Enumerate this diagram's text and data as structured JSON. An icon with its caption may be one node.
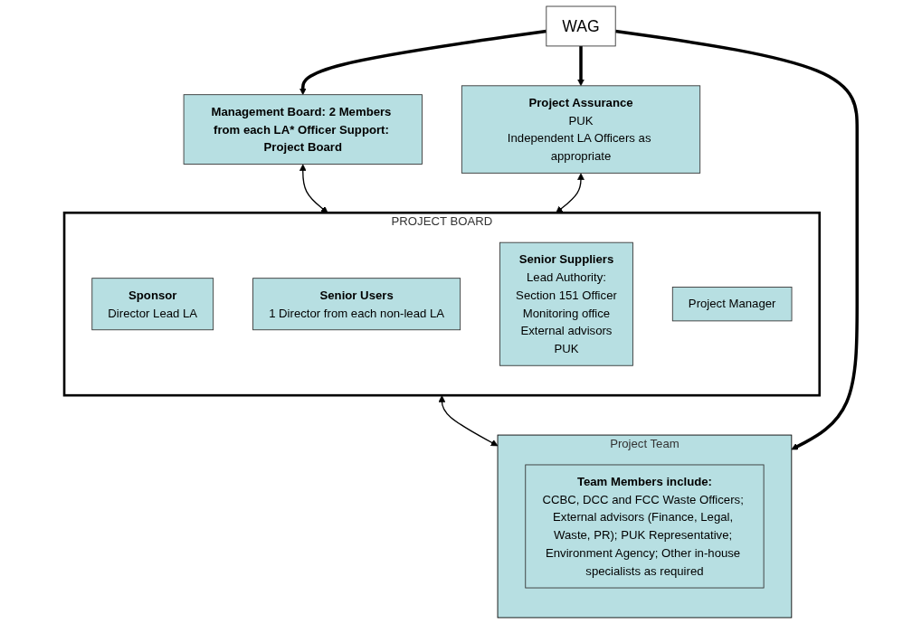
{
  "diagram": {
    "nodes": [
      {
        "text": [
          "WAG"
        ]
      },
      {
        "text": [
          "Management Board: 2 Members from each LA* Officer Support: Project Board"
        ]
      },
      {
        "text": [
          "Project Assurance",
          "PUK",
          "Independent LA Officers as appropriate"
        ]
      },
      {
        "text": [
          "PROJECT BOARD"
        ]
      },
      {
        "text": [
          "Sponsor",
          "Director Lead LA"
        ],
        "in": 3
      },
      {
        "text": [
          "Senior Users",
          "1 Director from each non-lead LA"
        ],
        "in": 3
      },
      {
        "text": [
          "Senior Suppliers",
          "Lead Authority:",
          "Section 151 Officer",
          "Monitoring office",
          "External advisors",
          "PUK"
        ],
        "in": 3
      },
      {
        "text": [
          "Project Manager"
        ],
        "in": 3
      },
      {
        "text": [
          "Project Team"
        ]
      },
      {
        "text": [
          "Team Members include:",
          "CCBC, DCC and FCC Waste Officers; External advisors (Finance, Legal, Waste, PR); PUK Representative; Environment Agency; Other in-house specialists as required"
        ],
        "in": 8
      }
    ],
    "edges": [
      {
        "from": 1,
        "to": 3,
        "arrow": "both"
      },
      {
        "from": 2,
        "to": 3,
        "arrow": "both"
      },
      {
        "from": 3,
        "to": 8,
        "arrow": "both"
      },
      {
        "from": 0,
        "to": 1,
        "arrow": "to",
        "style": "thick"
      },
      {
        "from": 0,
        "to": 2,
        "arrow": "to",
        "style": "thick"
      },
      {
        "from": 0,
        "to": 8,
        "arrow": "to",
        "style": "thick"
      }
    ]
  }
}
